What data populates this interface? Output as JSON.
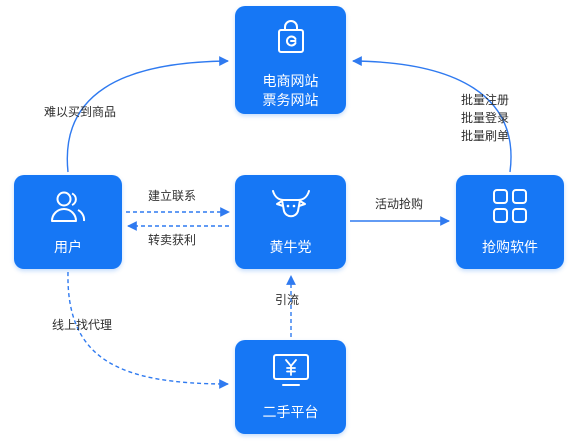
{
  "nodes": {
    "ecommerce": [
      "电商网站",
      "票务网站"
    ],
    "user": "用户",
    "scalper": "黄牛党",
    "grab_tool": "抢购软件",
    "second_hand": "二手平台"
  },
  "icons": {
    "ecommerce": "shopping-bag-icon",
    "user": "users-icon",
    "scalper": "bull-head-icon",
    "grab_tool": "grid-apps-icon",
    "second_hand": "monitor-yen-icon"
  },
  "edges": {
    "user_to_ecommerce": "难以买到商品",
    "user_to_scalper": "建立联系",
    "scalper_to_user": "转卖获利",
    "user_to_second_hand": "线上找代理",
    "second_hand_to_scalper": "引流",
    "scalper_to_grab_tool": "活动抢购",
    "grab_tool_to_ecommerce": [
      "批量注册",
      "批量登录",
      "批量刷单"
    ]
  },
  "colors": {
    "node_fill": "#1677f5",
    "arrow": "#2f7af0",
    "text": "#2f2f2f"
  }
}
